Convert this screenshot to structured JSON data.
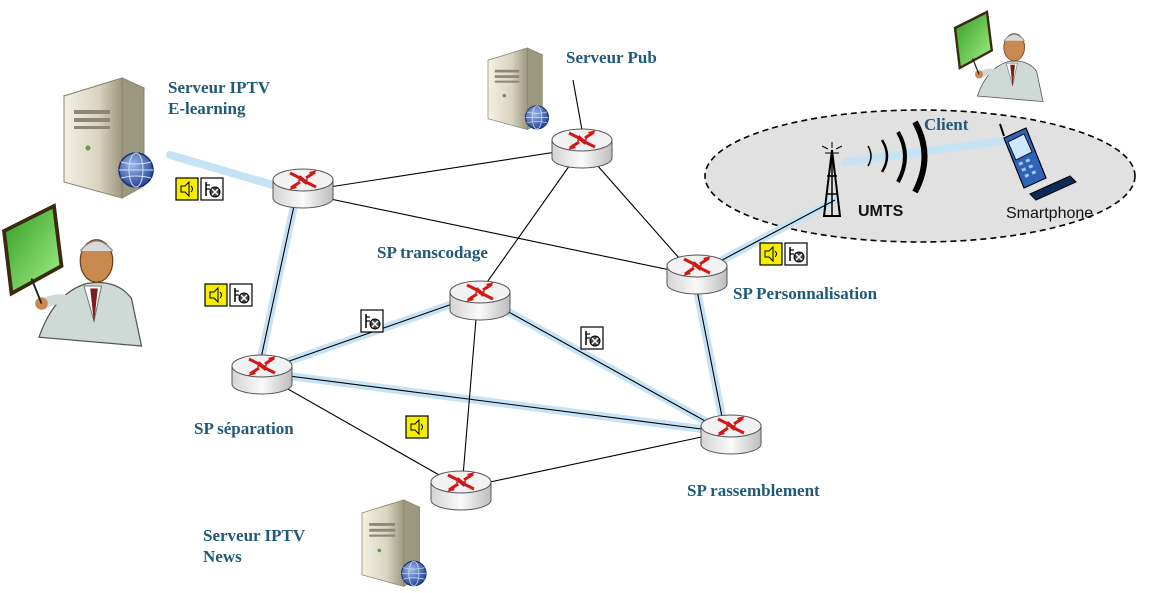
{
  "labels": {
    "serveur_iptv_elearning_1": "Serveur IPTV",
    "serveur_iptv_elearning_2": "E-learning",
    "serveur_pub": "Serveur Pub",
    "client": "Client",
    "umts": "UMTS",
    "smartphone": "Smartphone",
    "sp_transcodage": "SP transcodage",
    "sp_personnalisation": "SP Personnalisation",
    "sp_separation": "SP séparation",
    "sp_rassemblement": "SP rassemblement",
    "serveur_iptv_news_1": "Serveur IPTV",
    "serveur_iptv_news_2": "News"
  },
  "colors": {
    "label_text": "#1f5a7a",
    "highlight_path": "#c6e3f5",
    "link": "#000000",
    "router_body": "#eeeeee",
    "router_arrow": "#d01818",
    "audio_icon": "#f5ee00",
    "client_zone": "#e1e1e1"
  },
  "icons": [
    "server-icon",
    "router-icon",
    "speaker-icon",
    "video-cross-icon",
    "antenna-icon",
    "smartphone-icon",
    "presenter-icon"
  ]
}
